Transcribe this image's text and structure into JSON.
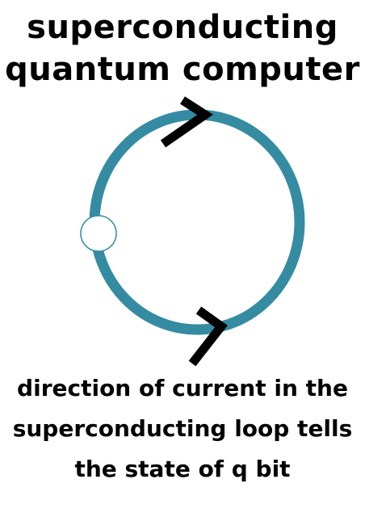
{
  "title": {
    "line1": "superconducting",
    "line2": "quantum computer"
  },
  "caption": {
    "line1": "direction of current in the",
    "line2": "superconducting loop tells",
    "line3": "the state of q bit"
  },
  "colors": {
    "loop": "#358ca2",
    "arrow": "#000000",
    "junction_stroke": "#358ca2",
    "junction_fill": "#ffffff"
  },
  "icons": {
    "top_arrow": "chevron-right-icon",
    "bottom_arrow": "chevron-right-icon",
    "junction": "josephson-junction-icon"
  }
}
